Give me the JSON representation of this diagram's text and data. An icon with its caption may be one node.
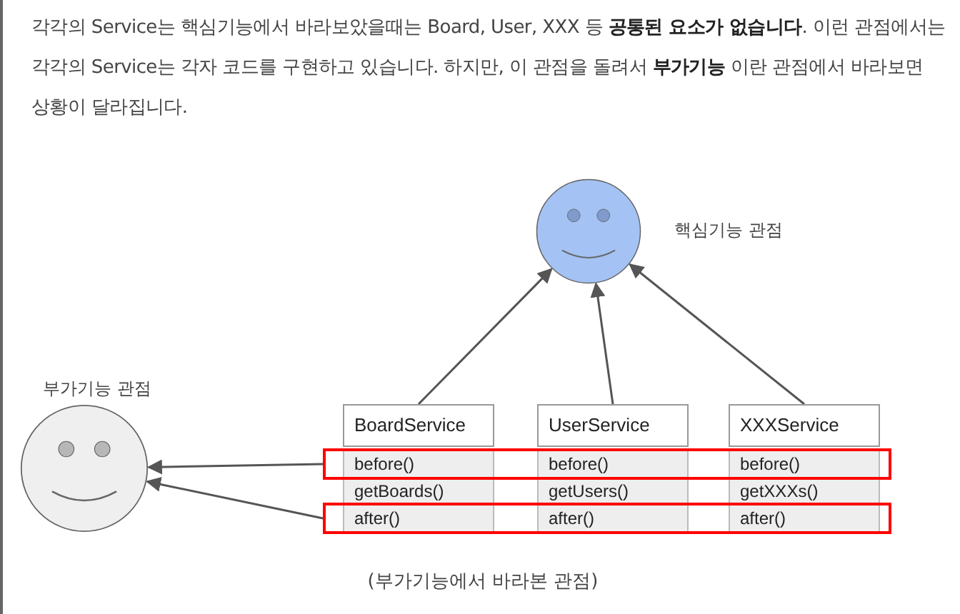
{
  "diagram": {
    "caption": "(부가기능에서 바라본 관점)",
    "nodes": [
      {
        "text": [],
        "shape": "circle",
        "beside": [
          "핵심기능 관점"
        ]
      },
      {
        "text": [],
        "shape": "circle",
        "beside": [
          "부가기능 관점"
        ]
      },
      {
        "text": [
          "BoardService"
        ]
      },
      {
        "text": [
          "UserService"
        ]
      },
      {
        "text": [
          "XXXService"
        ]
      },
      {
        "text": [],
        "shape": "box"
      },
      {
        "text": [
          "before()"
        ],
        "in": 5
      },
      {
        "text": [
          "before()"
        ],
        "in": 5
      },
      {
        "text": [
          "before()"
        ],
        "in": 5
      },
      {
        "text": [
          "getBoards()"
        ]
      },
      {
        "text": [
          "getUsers()"
        ]
      },
      {
        "text": [
          "getXXXs()"
        ]
      },
      {
        "text": [],
        "shape": "box"
      },
      {
        "text": [
          "after()"
        ],
        "in": 12
      },
      {
        "text": [
          "after()"
        ],
        "in": 12
      },
      {
        "text": [
          "after()"
        ],
        "in": 12
      }
    ],
    "edges": [
      {
        "from": 2,
        "to": 0,
        "arrow": "to"
      },
      {
        "from": 3,
        "to": 0,
        "arrow": "to"
      },
      {
        "from": 4,
        "to": 0,
        "arrow": "to"
      },
      {
        "from": 5,
        "to": 1,
        "arrow": "to"
      },
      {
        "from": 12,
        "to": 1,
        "arrow": "to"
      }
    ],
    "labels": [
      "각각의 Service는 핵심기능에서 바라보았을때는 Board, User, XXX 등 **공통된 요소가 없습니다**. 이런 관점에서는 각각의 Service는 각자 코드를 구현하고 있습니다. 하지만, 이 관점을 돌려서 **부가기능** 이란 관점에서 바라보면 상황이 달라집니다."
    ]
  }
}
